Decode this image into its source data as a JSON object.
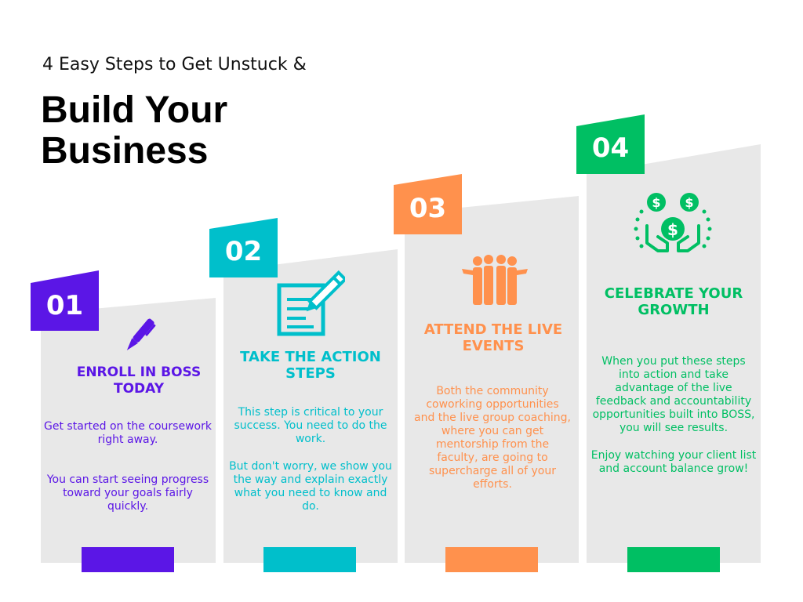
{
  "header": {
    "subtitle": "4 Easy Steps to Get Unstuck &",
    "title_line1": "Build Your",
    "title_line2": "Business"
  },
  "steps": [
    {
      "number": "01",
      "color": "#5b16e6",
      "icon": "pen-icon",
      "heading_line1": "ENROLL IN BOSS",
      "heading_line2": "TODAY",
      "paragraphs": [
        "Get started on the coursework right away.",
        "You can start seeing progress toward your goals fairly quickly."
      ]
    },
    {
      "number": "02",
      "color": "#00bfcb",
      "icon": "document-edit-icon",
      "heading_line1": "TAKE THE ACTION",
      "heading_line2": "STEPS",
      "paragraphs": [
        "This step is critical to your success. You need to do the work.",
        "But don't worry, we show you the way and explain exactly what you need to know and do."
      ]
    },
    {
      "number": "03",
      "color": "#ff914d",
      "icon": "group-people-icon",
      "heading_line1": "ATTEND THE LIVE",
      "heading_line2": "EVENTS",
      "paragraphs": [
        "Both the community coworking opportunities and the live group coaching, where you can get mentorship from the faculty, are going to supercharge all of your efforts."
      ]
    },
    {
      "number": "04",
      "color": "#00bf63",
      "icon": "money-hands-icon",
      "heading_line1": "CELEBRATE YOUR",
      "heading_line2": "GROWTH",
      "paragraphs": [
        "When you put these steps into action and take advantage of the live feedback and accountability opportunities built into BOSS, you will see results.",
        "Enjoy watching your client list and account balance grow!"
      ]
    }
  ]
}
